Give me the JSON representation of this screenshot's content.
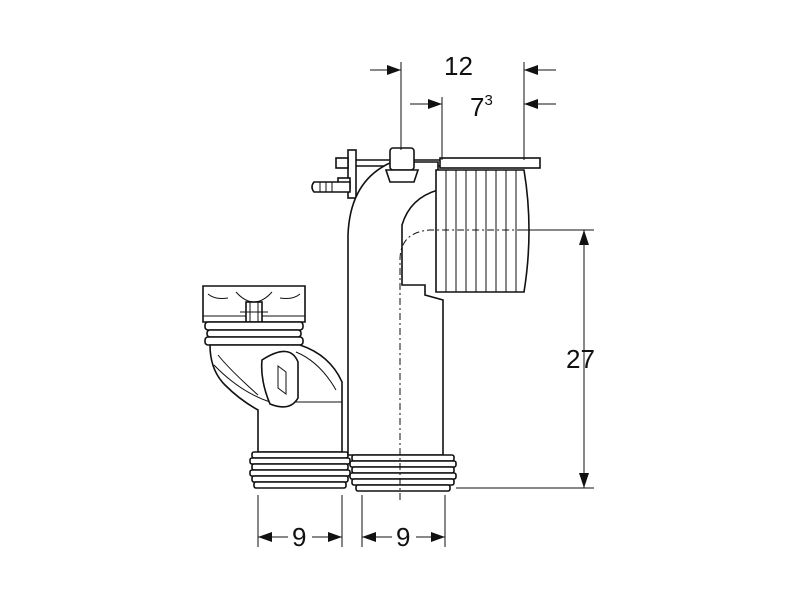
{
  "dimensions": {
    "top_width": "12",
    "inner_width_base": "7",
    "inner_width_sup": "3",
    "height": "27",
    "left_pipe_width": "9",
    "right_pipe_width": "9"
  },
  "colors": {
    "line": "#111111",
    "background": "#ffffff"
  }
}
